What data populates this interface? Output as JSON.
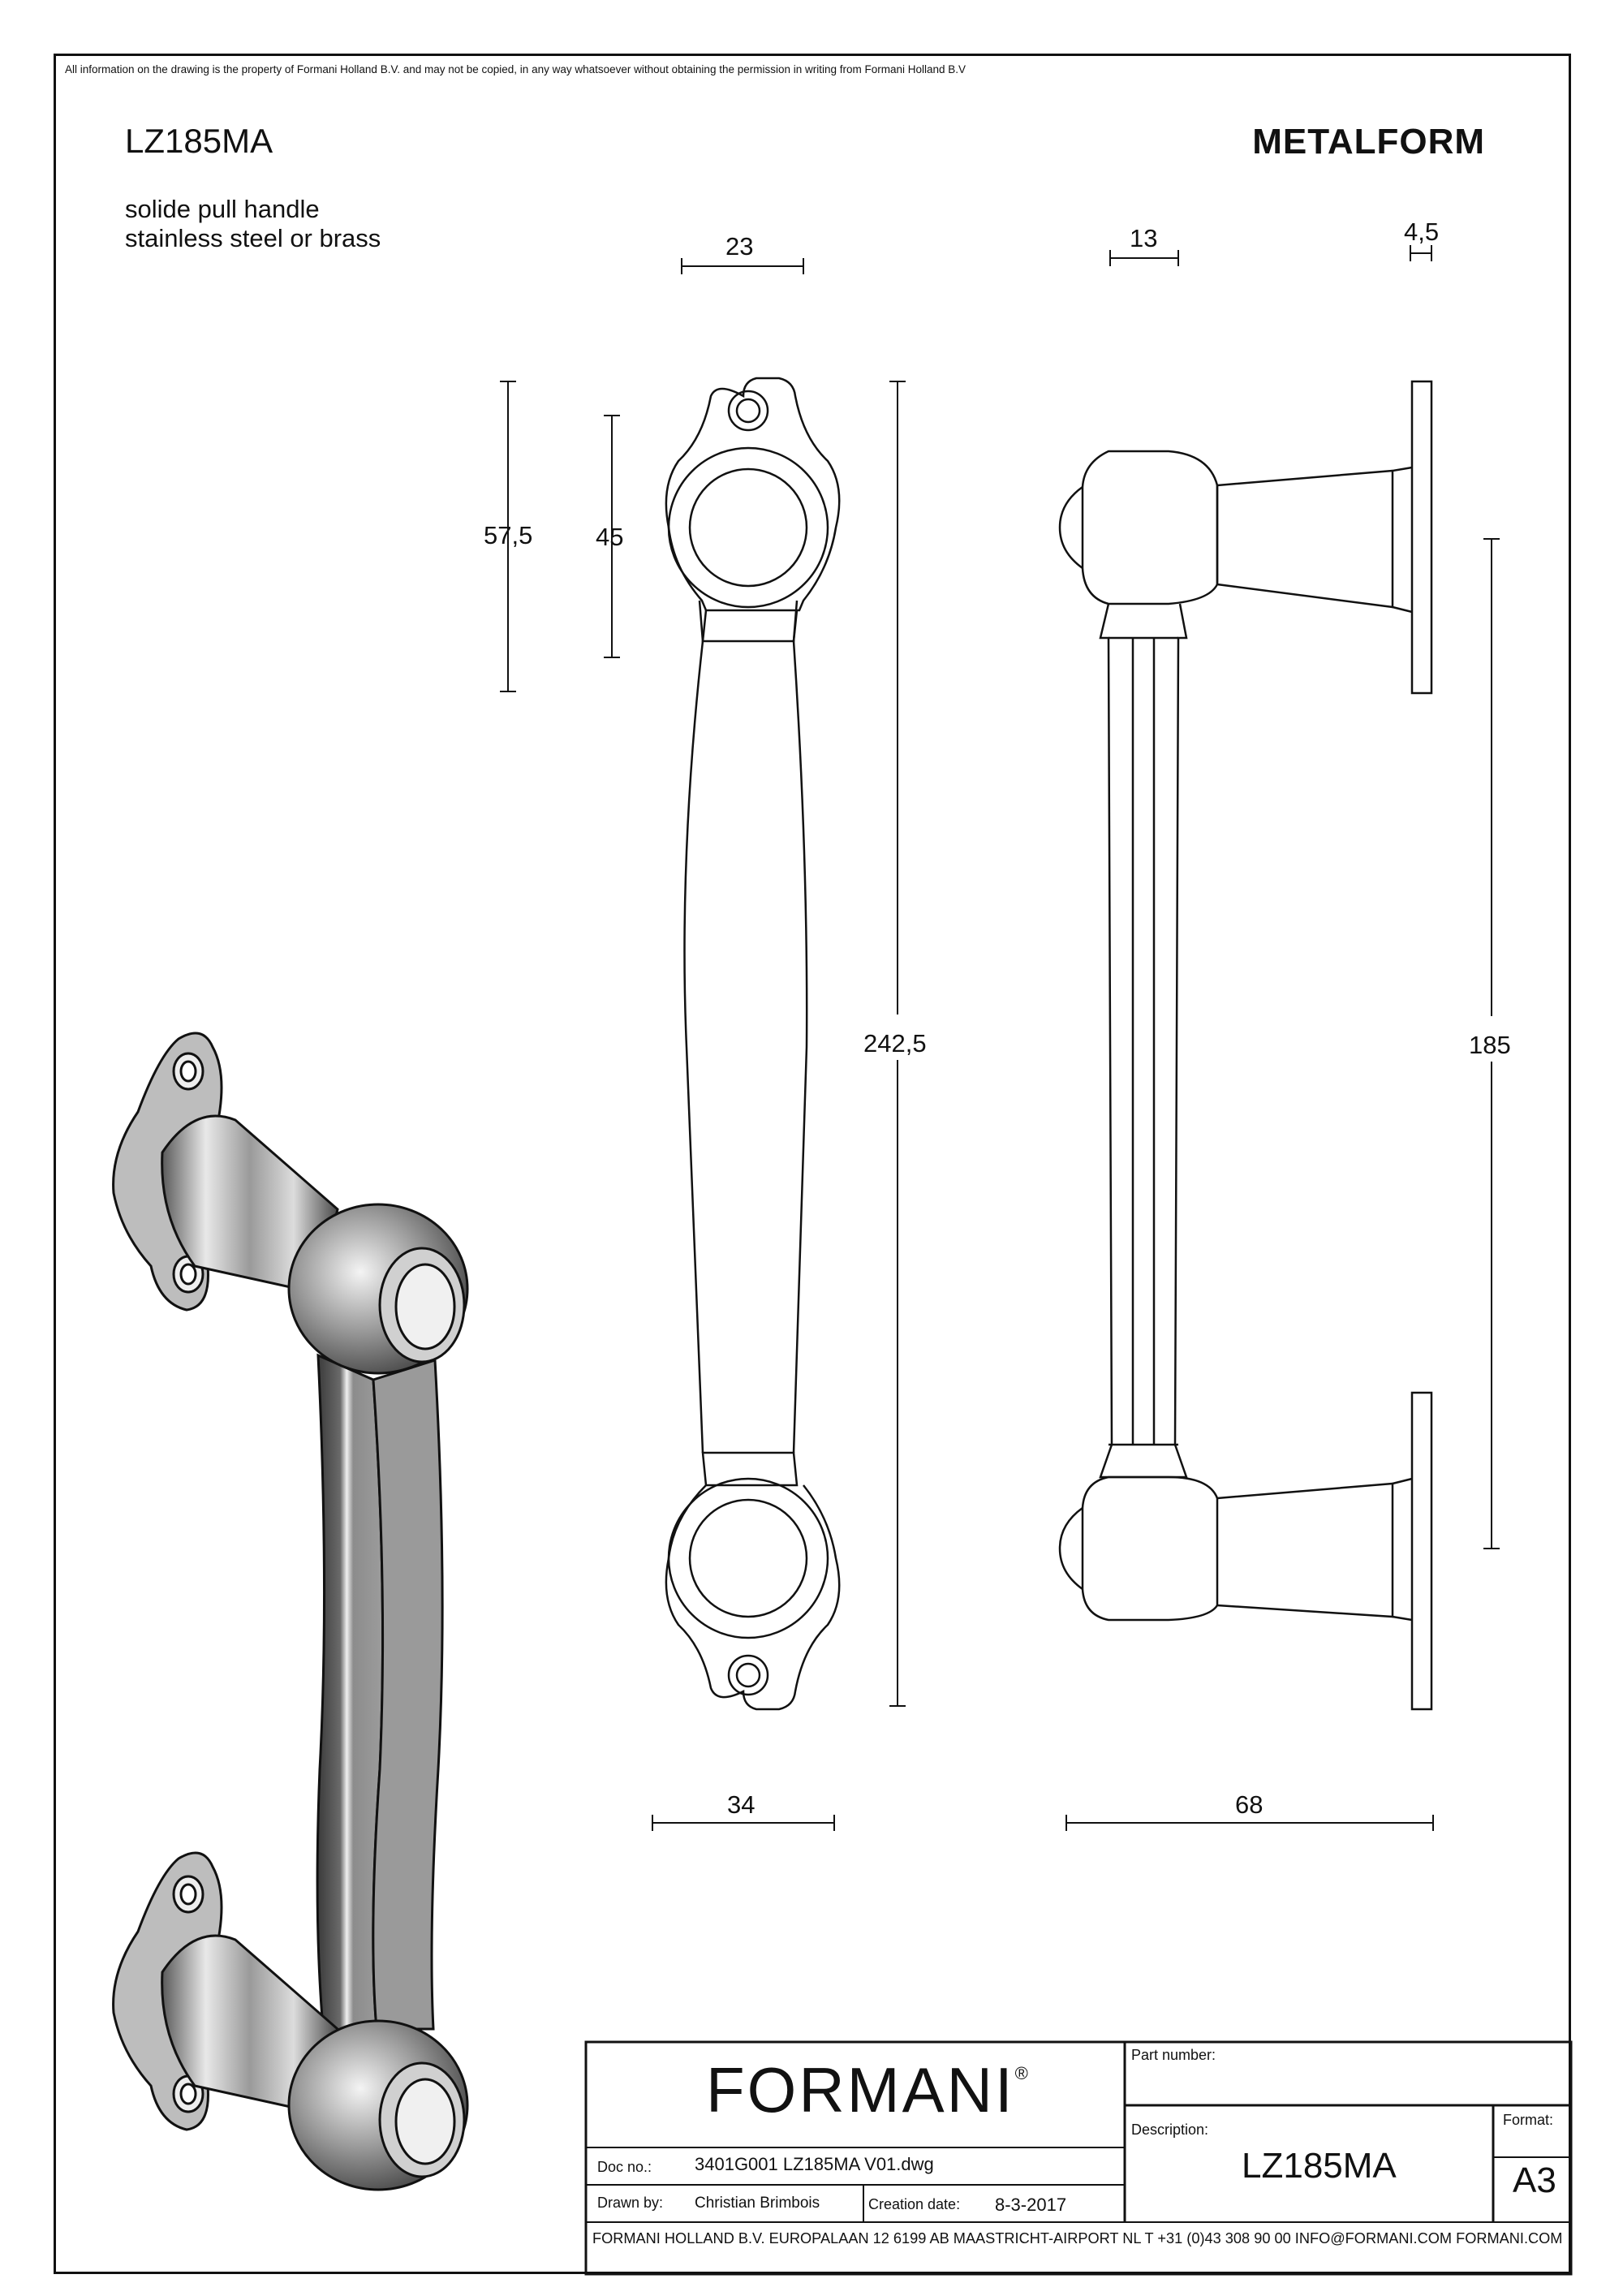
{
  "notice": "All information on the drawing is the property of Formani Holland B.V. and may not be copied, in any way whatsoever without obtaining the permission in writing from Formani Holland B.V",
  "header": {
    "code": "LZ185MA",
    "brand": "METALFORM",
    "description_line1": "solide pull handle",
    "description_line2": "stainless steel or brass"
  },
  "dimensions": {
    "front_width": "23",
    "side_depth": "13",
    "plate_thickness": "4,5",
    "rose_height": "57,5",
    "ring_height": "45",
    "overall_length": "242,5",
    "center_distance": "185",
    "rose_width": "34",
    "projection": "68"
  },
  "titleblock": {
    "logo": "FORMANI",
    "logo_mark": "®",
    "part_number_label": "Part number:",
    "description_label": "Description:",
    "description_value": "LZ185MA",
    "format_label": "Format:",
    "format_value": "A3",
    "doc_no_label": "Doc no.:",
    "doc_no_value": "3401G001 LZ185MA V01.dwg",
    "drawn_by_label": "Drawn by:",
    "drawn_by_value": "Christian Brimbois",
    "creation_date_label": "Creation date:",
    "creation_date_value": "8-3-2017",
    "footer": "FORMANI HOLLAND B.V.  EUROPALAAN 12  6199 AB MAASTRICHT-AIRPORT NL  T +31 (0)43 308 90 00 INFO@FORMANI.COM FORMANI.COM"
  }
}
